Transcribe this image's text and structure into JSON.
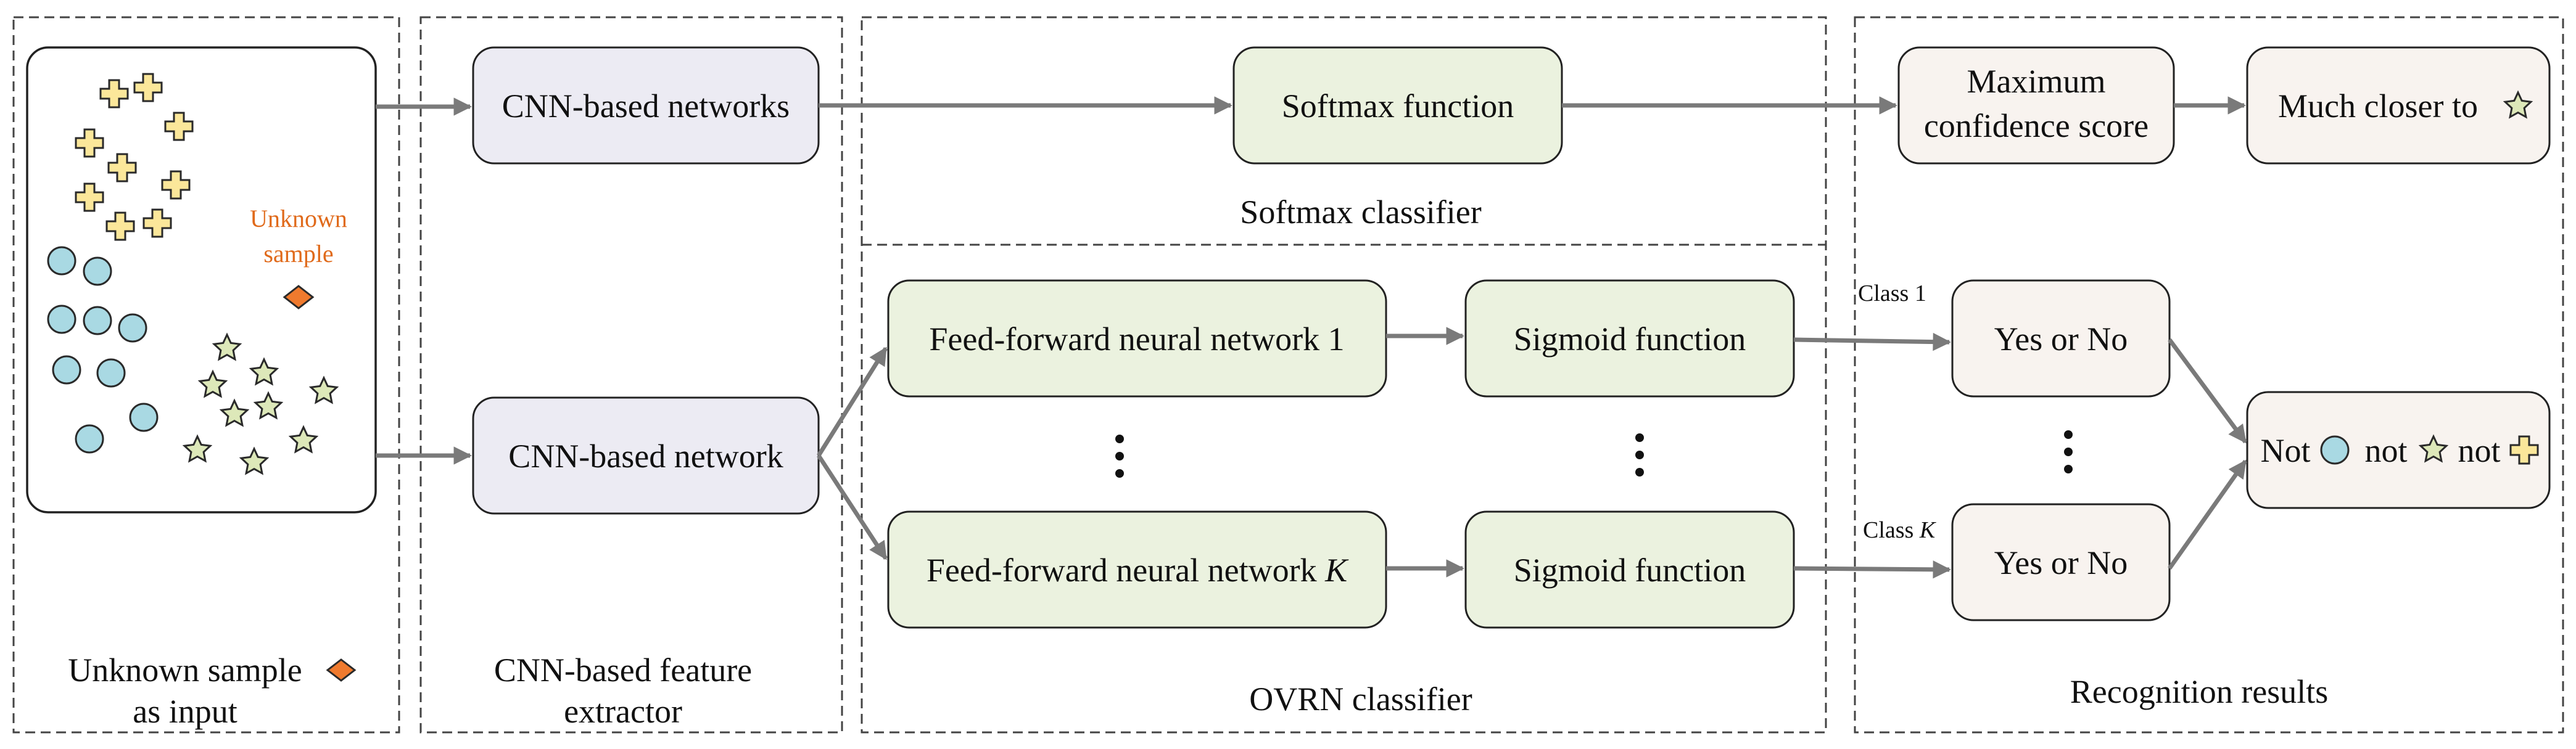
{
  "panels": {
    "input_caption_line1": "Unknown sample",
    "input_caption_line2": "as input",
    "extractor_caption_line1": "CNN-based feature",
    "extractor_caption_line2": "extractor",
    "softmax_caption": "Softmax classifier",
    "ovrn_caption": "OVRN classifier",
    "results_caption": "Recognition results"
  },
  "scatter": {
    "unknown_label_line1": "Unknown",
    "unknown_label_line2": "sample"
  },
  "boxes": {
    "cnn_networks": "CNN-based networks",
    "cnn_network": "CNN-based network",
    "softmax_function": "Softmax function",
    "max_conf_line1": "Maximum",
    "max_conf_line2": "confidence score",
    "much_closer": "Much closer to",
    "ffnn_1": "Feed-forward neural network 1",
    "ffnn_k_prefix": "Feed-forward neural network ",
    "ffnn_k_var": "K",
    "sigmoid_1": "Sigmoid function",
    "sigmoid_k": "Sigmoid function",
    "yes_no_1": "Yes or No",
    "yes_no_k": "Yes or No",
    "result_not": "Not",
    "result_not_2": "not",
    "result_not_3": "not"
  },
  "edge_labels": {
    "class_1": "Class 1",
    "class_k_prefix": "Class ",
    "class_k_var": "K"
  },
  "colors": {
    "cnn_box": "#ecebf3",
    "classifier_box": "#ebf2df",
    "result_box": "#f8f3ef",
    "arrow": "#7a7a7a",
    "plus_marker": "#fbe79a",
    "circle_marker": "#a9d9e3",
    "star_marker": "#dde8b9",
    "unknown_marker": "#ef7a2e"
  },
  "icons": {
    "class_a": "plus-icon",
    "class_b": "circle-icon",
    "class_c": "star-icon",
    "unknown": "diamond-icon"
  }
}
